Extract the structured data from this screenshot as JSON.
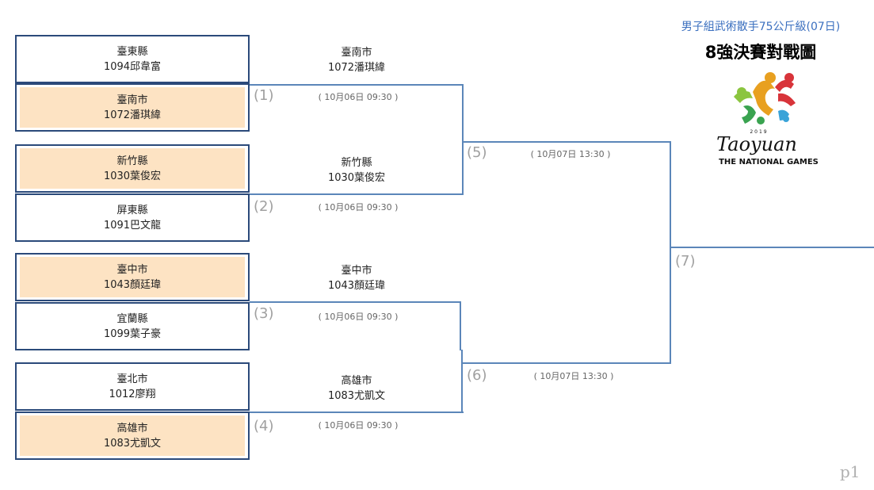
{
  "header": {
    "event": "男子組武術散手75公斤級(07日)",
    "title": "8強決賽對戰圖"
  },
  "logo": {
    "year": "2019",
    "word": "Taoyuan",
    "subtitle": "THE NATIONAL GAMES"
  },
  "entries": [
    {
      "team": "臺東縣",
      "player": "1094邱韋富",
      "winner": false
    },
    {
      "team": "臺南市",
      "player": "1072潘琪緯",
      "winner": true
    },
    {
      "team": "新竹縣",
      "player": "1030葉俊宏",
      "winner": true
    },
    {
      "team": "屏東縣",
      "player": "1091巴文龍",
      "winner": false
    },
    {
      "team": "臺中市",
      "player": "1043顏廷瑋",
      "winner": true
    },
    {
      "team": "宜蘭縣",
      "player": "1099葉子豪",
      "winner": false
    },
    {
      "team": "臺北市",
      "player": "1012廖翔",
      "winner": false
    },
    {
      "team": "高雄市",
      "player": "1083尤凱文",
      "winner": true
    }
  ],
  "round1": [
    {
      "num": "(1)",
      "winner_team": "臺南市",
      "winner_player": "1072潘琪緯",
      "schedule": "( 10月06日 09:30 )"
    },
    {
      "num": "(2)",
      "winner_team": "新竹縣",
      "winner_player": "1030葉俊宏",
      "schedule": "( 10月06日 09:30 )"
    },
    {
      "num": "(3)",
      "winner_team": "臺中市",
      "winner_player": "1043顏廷瑋",
      "schedule": "( 10月06日 09:30 )"
    },
    {
      "num": "(4)",
      "winner_team": "高雄市",
      "winner_player": "1083尤凱文",
      "schedule": "( 10月06日 09:30 )"
    }
  ],
  "semis": [
    {
      "num": "(5)",
      "schedule": "( 10月07日 13:30 )"
    },
    {
      "num": "(6)",
      "schedule": "( 10月07日 13:30 )"
    }
  ],
  "final": {
    "num": "(7)"
  },
  "page": "p1",
  "colors": {
    "line": "#5b86b9",
    "winner_fill": "#fde3c3",
    "title_blue": "#3a6fbf"
  }
}
